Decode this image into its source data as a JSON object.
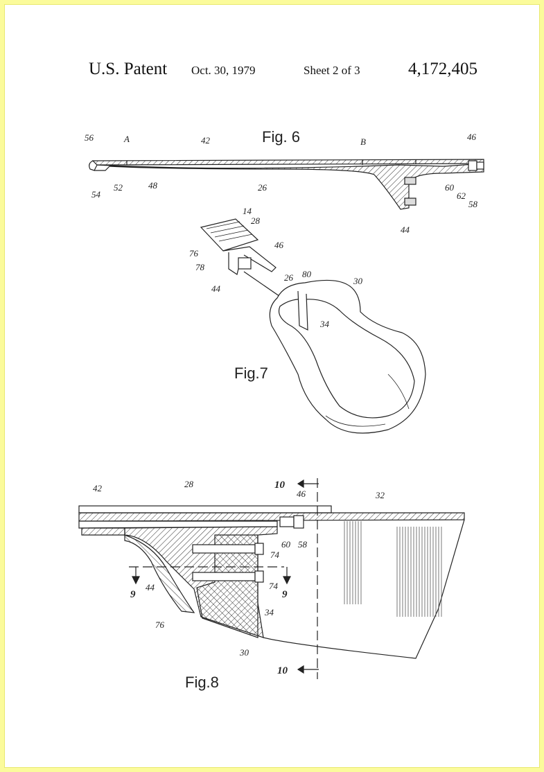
{
  "header": {
    "office": "U.S. Patent",
    "date": "Oct. 30, 1979",
    "sheet": "Sheet 2 of 3",
    "number": "4,172,405"
  },
  "fig6": {
    "label": "Fig. 6",
    "refs": [
      "56",
      "A",
      "42",
      "B",
      "46",
      "54",
      "52",
      "48",
      "26",
      "60",
      "62",
      "58",
      "44"
    ]
  },
  "fig7": {
    "label": "Fig.7",
    "refs": [
      "14",
      "28",
      "46",
      "76",
      "78",
      "44",
      "26",
      "80",
      "30",
      "34"
    ]
  },
  "fig8": {
    "label": "Fig.8",
    "refs": [
      "42",
      "28",
      "10",
      "46",
      "32",
      "60",
      "58",
      "74",
      "74",
      "9",
      "9",
      "44",
      "76",
      "34",
      "30",
      "10"
    ]
  },
  "colors": {
    "frame": "#fbfb9b",
    "ink": "#222222"
  }
}
